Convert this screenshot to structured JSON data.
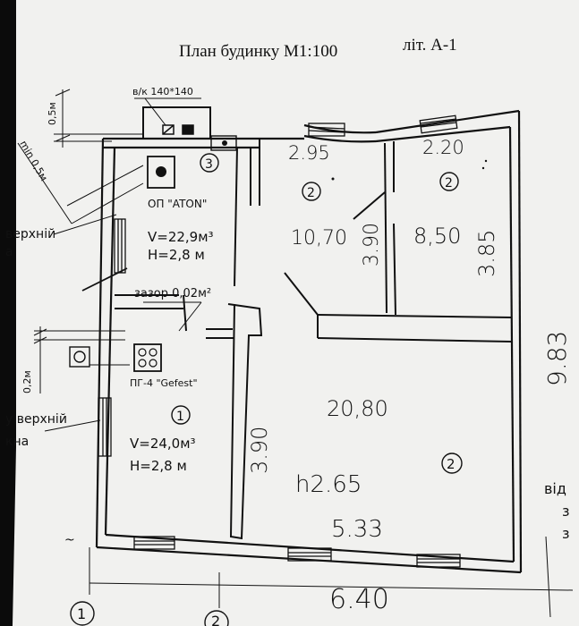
{
  "title": "План будинку М1:100",
  "letter": "літ. А-1",
  "vent_label": "в/к 140*140",
  "dimension_labels": {
    "top_offset": "0,5м",
    "min_offset": "min 0,5м",
    "side_offset": "0,2м"
  },
  "left_notes": {
    "upper_a": "верхній",
    "upper_b": "а",
    "lower_a": "у верхній",
    "lower_b": "кна"
  },
  "boiler_label": "ОП \"ATON\"",
  "stove_label": "ПГ-4 \"Gefest\"",
  "gap_label": "зазор 0,02м²",
  "rooms": [
    {
      "number": "3",
      "volume": "V=22,9м³",
      "height": "Н=2,8 м"
    },
    {
      "number": "1",
      "volume": "V=24,0м³",
      "height": "Н=2,8 м"
    },
    {
      "number": "2",
      "area": "10,70"
    },
    {
      "number": "2",
      "area": "8,50"
    },
    {
      "number": "2",
      "area": "20,80",
      "height_note": "h2.65"
    }
  ],
  "handwritten_dims": {
    "top_mid": "2.95",
    "top_right": "2.20",
    "inner_mid": "3.90",
    "right_small": "3.85",
    "right_total": "9.83",
    "left_inner": "3.90",
    "bottom_inner": "5.33",
    "bottom_total": "6.40"
  },
  "axis_markers": [
    "1",
    "2"
  ],
  "right_notes": [
    "від",
    "з",
    "з"
  ],
  "bottom_tilde": "~"
}
